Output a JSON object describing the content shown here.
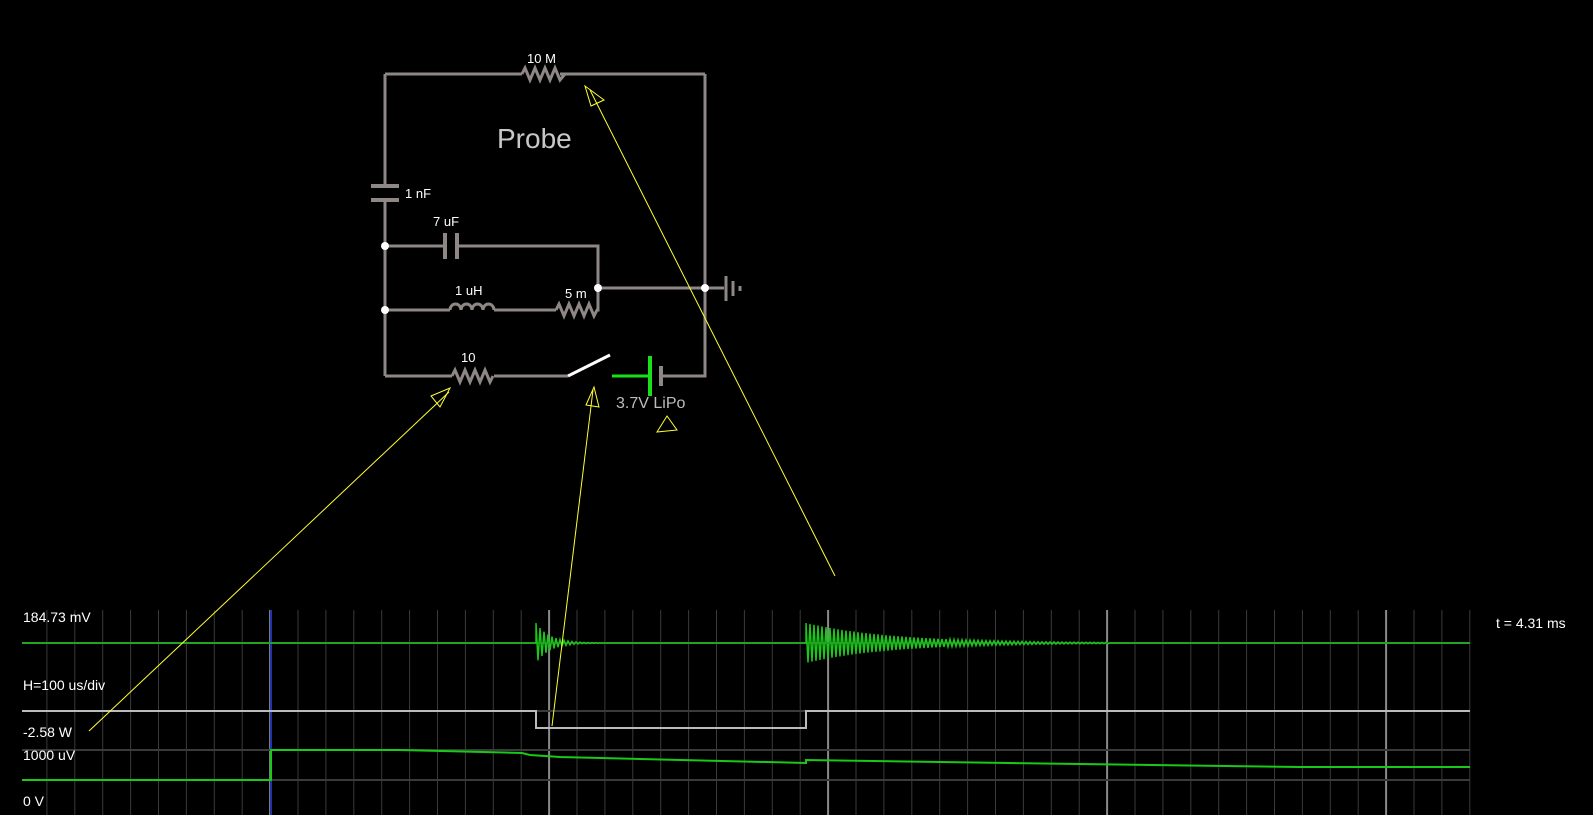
{
  "circuit": {
    "title": "Probe",
    "components": {
      "r_top": "10 M",
      "c_small": "1 nF",
      "c_big": "7 uF",
      "inductor": "1 uH",
      "r_small": "5 m",
      "r_series": "10",
      "battery": "3.7V LiPo"
    },
    "colors": {
      "wire": "#8f8686",
      "battery": "#19e019",
      "node": "#ffffff",
      "switch": "#ffffff",
      "probe_arrow": "#ffff33"
    }
  },
  "scope": {
    "h_label": "H=100 us/div",
    "time": "t = 4.31 ms",
    "traces": {
      "voltage_top": "184.73 mV",
      "power_min": "-2.58 W",
      "voltage_max": "1000 uV",
      "voltage_zero": "0 V"
    },
    "colors": {
      "trace": "#19c819",
      "gate": "#bbbbbb",
      "grid": "#3a3a3a",
      "grid_major": "#8a8a8a",
      "cursor": "#2233aa"
    }
  }
}
